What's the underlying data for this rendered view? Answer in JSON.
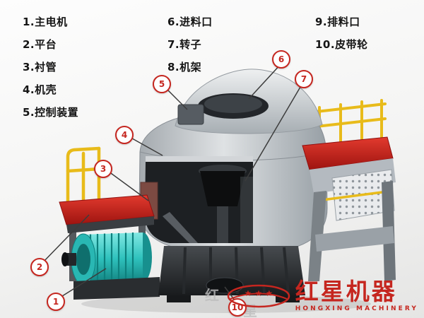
{
  "legend": {
    "items": [
      "1.主电机",
      "2.平台",
      "3.衬管",
      "4.机壳",
      "5.控制装置",
      "6.进料口",
      "7.转子",
      "8.机架",
      "9.排料口",
      "10.皮带轮"
    ]
  },
  "callouts": {
    "n1": "1",
    "n2": "2",
    "n3": "3",
    "n4": "4",
    "n5": "5",
    "n6": "6",
    "n7": "7",
    "n10": "10"
  },
  "brand": {
    "name": "红星机器",
    "subtitle": "HONGXING MACHINERY",
    "stars": "★ ★ ★"
  },
  "watermark": {
    "left": "红",
    "right": "星"
  },
  "colors": {
    "callout_red": "#c5261f",
    "platform_red": "#d0281c",
    "railing_yellow": "#e8bb1a",
    "motor_teal": "#2fc2bd",
    "brand_red": "#c5261f",
    "casing_gray": "#b9bfc4"
  }
}
